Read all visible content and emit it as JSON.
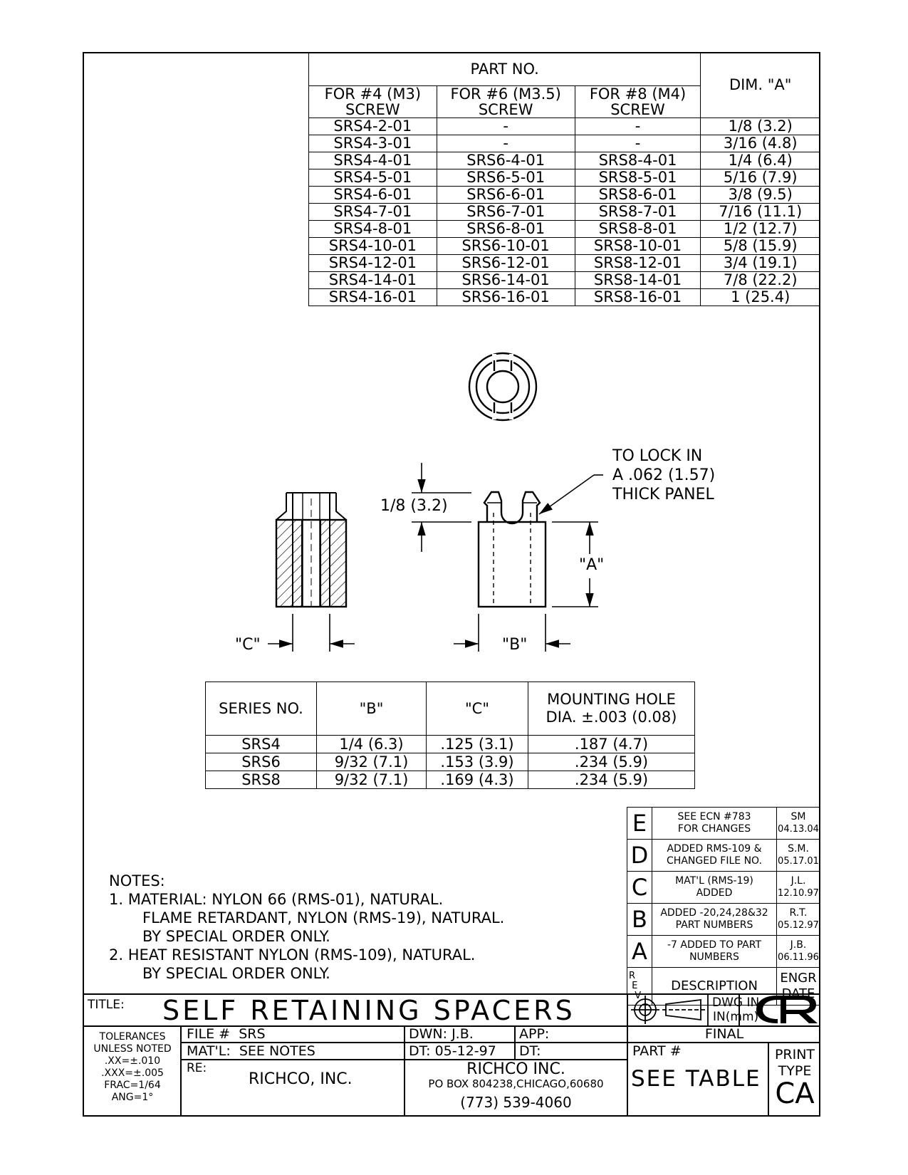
{
  "part_table": {
    "header": "PART NO.",
    "dim_header": "DIM. \"A\"",
    "columns": [
      {
        "line1": "FOR #4 (M3)",
        "line2": "SCREW"
      },
      {
        "line1": "FOR #6 (M3.5)",
        "line2": "SCREW"
      },
      {
        "line1": "FOR #8 (M4)",
        "line2": "SCREW"
      }
    ],
    "rows": [
      [
        "SRS4-2-01",
        "-",
        "-",
        "1/8 (3.2)"
      ],
      [
        "SRS4-3-01",
        "-",
        "-",
        "3/16 (4.8)"
      ],
      [
        "SRS4-4-01",
        "SRS6-4-01",
        "SRS8-4-01",
        "1/4 (6.4)"
      ],
      [
        "SRS4-5-01",
        "SRS6-5-01",
        "SRS8-5-01",
        "5/16 (7.9)"
      ],
      [
        "SRS4-6-01",
        "SRS6-6-01",
        "SRS8-6-01",
        "3/8 (9.5)"
      ],
      [
        "SRS4-7-01",
        "SRS6-7-01",
        "SRS8-7-01",
        "7/16 (11.1)"
      ],
      [
        "SRS4-8-01",
        "SRS6-8-01",
        "SRS8-8-01",
        "1/2 (12.7)"
      ],
      [
        "SRS4-10-01",
        "SRS6-10-01",
        "SRS8-10-01",
        "5/8 (15.9)"
      ],
      [
        "SRS4-12-01",
        "SRS6-12-01",
        "SRS8-12-01",
        "3/4 (19.1)"
      ],
      [
        "SRS4-14-01",
        "SRS6-14-01",
        "SRS8-14-01",
        "7/8 (22.2)"
      ],
      [
        "SRS4-16-01",
        "SRS6-16-01",
        "SRS8-16-01",
        "1 (25.4)"
      ]
    ]
  },
  "drawing": {
    "callout_line1": "TO LOCK IN",
    "callout_line2": "A .062 (1.57)",
    "callout_line3": "THICK PANEL",
    "dim_head": "1/8 (3.2)",
    "dim_a": "\"A\"",
    "dim_b": "\"B\"",
    "dim_c": "\"C\""
  },
  "series_table": {
    "headers": [
      "SERIES NO.",
      "\"B\"",
      "\"C\"",
      "MOUNTING HOLE",
      "DIA. ±.003 (0.08)"
    ],
    "rows": [
      [
        "SRS4",
        "1/4 (6.3)",
        ".125 (3.1)",
        ".187 (4.7)"
      ],
      [
        "SRS6",
        "9/32 (7.1)",
        ".153 (3.9)",
        ".234 (5.9)"
      ],
      [
        "SRS8",
        "9/32 (7.1)",
        ".169 (4.3)",
        ".234 (5.9)"
      ]
    ]
  },
  "notes": {
    "title": "NOTES:",
    "lines": [
      "1. MATERIAL: NYLON 66 (RMS-01), NATURAL.",
      "FLAME RETARDANT, NYLON (RMS-19), NATURAL.",
      "BY SPECIAL ORDER ONLY.",
      "2. HEAT RESISTANT NYLON (RMS-109), NATURAL.",
      "BY SPECIAL ORDER ONLY."
    ]
  },
  "revisions": {
    "rows": [
      {
        "rev": "E",
        "d1": "SEE ECN #783",
        "d2": "FOR CHANGES",
        "e1": "SM",
        "e2": "04.13.04"
      },
      {
        "rev": "D",
        "d1": "ADDED RMS-109 &",
        "d2": "CHANGED FILE NO.",
        "e1": "S.M.",
        "e2": "05.17.01"
      },
      {
        "rev": "C",
        "d1": "MAT'L (RMS-19)",
        "d2": "ADDED",
        "e1": "J.L.",
        "e2": "12.10.97"
      },
      {
        "rev": "B",
        "d1": "ADDED -20,24,28&32",
        "d2": "PART NUMBERS",
        "e1": "R.T.",
        "e2": "05.12.97"
      },
      {
        "rev": "A",
        "d1": "-7 ADDED TO PART",
        "d2": "NUMBERS",
        "e1": "J.B.",
        "e2": "06.11.96"
      }
    ],
    "rev_label": [
      "R",
      "E",
      "V"
    ],
    "desc_label": "DESCRIPTION",
    "engr_label1": "ENGR",
    "engr_label2": "DATE"
  },
  "title_block": {
    "title_label": "TITLE:",
    "title": "SELF RETAINING SPACERS",
    "dwg_in1": "DWG IN",
    "dwg_in2": "IN(mm)",
    "tolerances": [
      "TOLERANCES",
      "UNLESS NOTED",
      ".XX=±.010",
      ".XXX=±.005",
      "FRAC=1/64",
      "ANG=1°"
    ],
    "file_label": "FILE #",
    "file_value": "SRS",
    "matl_label": "MAT'L:",
    "matl_value": "SEE NOTES",
    "re_label": "RE:",
    "re_value": "RICHCO, INC.",
    "dwn": "DWN: J.B.",
    "app": "APP:",
    "dt": "DT: 05-12-97",
    "dt2": "DT:",
    "company": "RICHCO INC.",
    "address": "PO BOX 804238,CHICAGO,60680",
    "phone": "(773) 539-4060",
    "final": "FINAL",
    "part_label": "PART #",
    "part_value": "SEE TABLE",
    "print_type1": "PRINT",
    "print_type2": "TYPE",
    "print_type_value": "CA"
  }
}
